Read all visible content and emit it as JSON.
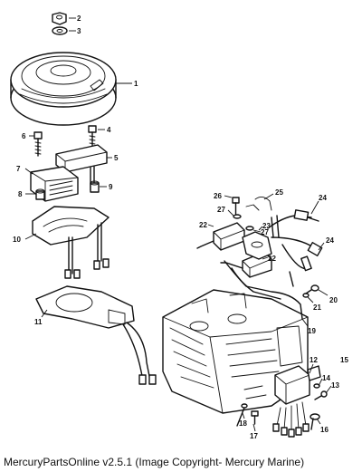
{
  "caption": "MercuryPartsOnline v2.5.1 (Image Copyright- Mercury Marine)",
  "callouts": [
    "1",
    "2",
    "3",
    "4",
    "5",
    "6",
    "7",
    "8",
    "9",
    "10",
    "11",
    "12",
    "13",
    "14",
    "15",
    "16",
    "17",
    "18",
    "19",
    "20",
    "21",
    "22",
    "22",
    "23",
    "24",
    "24",
    "25",
    "26",
    "27",
    "27"
  ]
}
